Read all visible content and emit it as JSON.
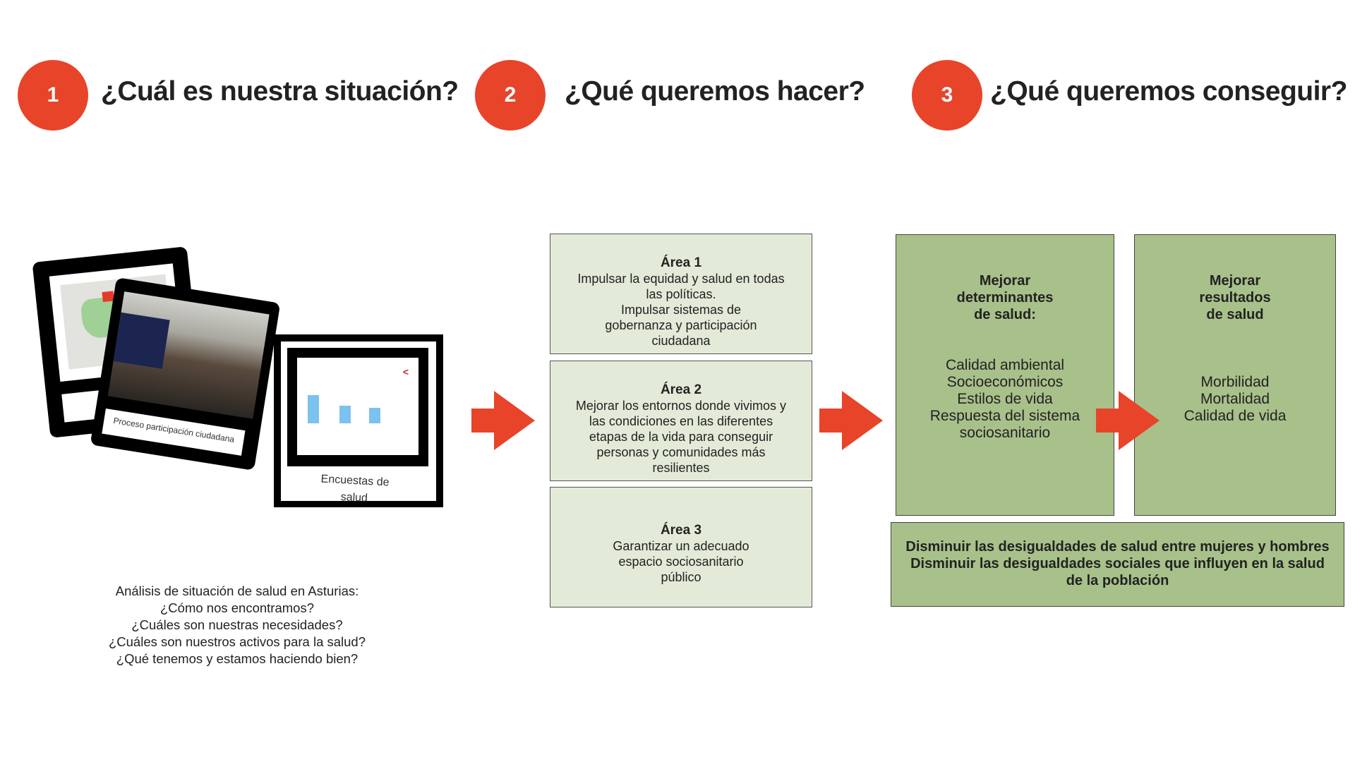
{
  "steps": [
    {
      "number": "1",
      "title": "¿Cuál es nuestra situación?"
    },
    {
      "number": "2",
      "title": "¿Qué queremos hacer?"
    },
    {
      "number": "3",
      "title": "¿Qué queremos conseguir?"
    }
  ],
  "images": {
    "card2_caption": "Proceso participación ciudadana",
    "card3_caption": "Encuestas de salud"
  },
  "situation_text": [
    "Análisis de situación de salud en Asturias:",
    "¿Cómo nos encontramos?",
    "¿Cuáles son nuestras necesidades?",
    "¿Cuáles son nuestros activos para la salud?",
    "¿Qué tenemos y estamos haciendo bien?"
  ],
  "areas": [
    {
      "title": "Área 1",
      "lines": [
        "Impulsar la equidad y salud en todas las políticas.",
        "Impulsar sistemas de gobernanza y participación ciudadana"
      ]
    },
    {
      "title": "Área 2",
      "lines": [
        "Mejorar los entornos donde vivimos y las condiciones en las diferentes etapas de la vida para conseguir personas y comunidades más resilientes"
      ]
    },
    {
      "title": "Área 3",
      "lines": [
        "Garantizar un adecuado espacio sociosanitario público"
      ]
    }
  ],
  "goals": {
    "determinants": {
      "heading": [
        "Mejorar",
        "determinantes",
        "de salud:"
      ],
      "items": [
        "Calidad ambiental",
        "Socioeconómicos",
        "Estilos de vida",
        "Respuesta del sistema",
        "sociosanitario"
      ]
    },
    "results": {
      "heading": [
        "Mejorar",
        "resultados",
        "de salud"
      ],
      "items": [
        "Morbilidad",
        "Mortalidad",
        "Calidad de vida"
      ]
    },
    "inequalities": [
      "Disminuir las desigualdades de salud entre mujeres y hombres",
      "Disminuir las desigualdades sociales que influyen en la salud de la población"
    ]
  },
  "colors": {
    "accent": "#e8442a",
    "light_green": "#e3ebd8",
    "green": "#a8c08a"
  }
}
